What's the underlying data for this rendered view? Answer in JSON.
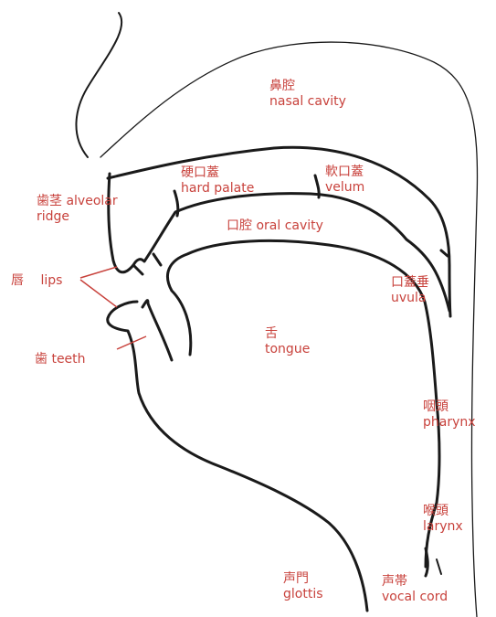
{
  "labels": {
    "nasal_cavity": {
      "jp": "鼻腔",
      "en": "nasal cavity"
    },
    "hard_palate": {
      "jp": "硬口蓋",
      "en": "hard palate"
    },
    "velum": {
      "jp": "軟口蓋",
      "en": "velum"
    },
    "alveolar_ridge": {
      "line1": "歯茎 alveolar",
      "line2": "ridge"
    },
    "oral_cavity": {
      "text": "口腔 oral cavity"
    },
    "lips": {
      "jp": "唇",
      "en": "lips"
    },
    "uvula": {
      "jp": "口蓋垂",
      "en": "uvula"
    },
    "teeth": {
      "text": "歯 teeth"
    },
    "tongue": {
      "jp": "舌",
      "en": "tongue"
    },
    "pharynx": {
      "jp": "咽頭",
      "en": "pharynx"
    },
    "larynx": {
      "jp": "喉頭",
      "en": "larynx"
    },
    "glottis": {
      "jp": "声門",
      "en": "glottis"
    },
    "vocal_cord": {
      "jp": "声帯",
      "en": "vocal cord"
    }
  },
  "colors": {
    "label": "#c8423c",
    "outline": "#1a1a1a",
    "background": "#ffffff"
  }
}
